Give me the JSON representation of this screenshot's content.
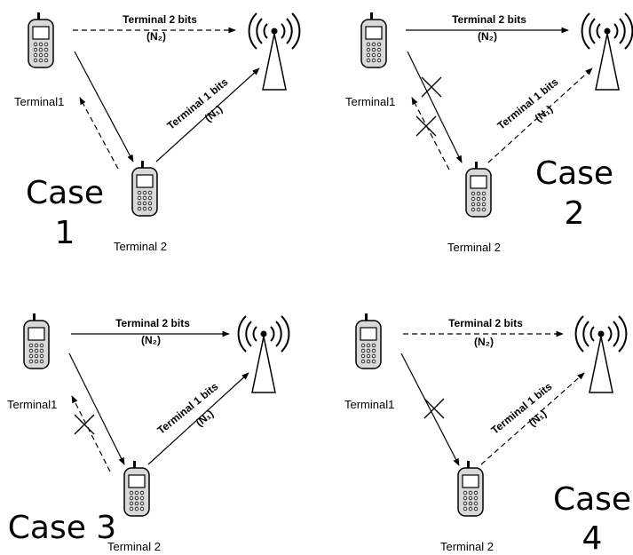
{
  "panels": [
    {
      "terminal1_label": "Terminal1",
      "terminal2_label": "Terminal 2",
      "t2_bits_label": "Terminal 2 bits",
      "t2_bits_sub": "(N₂)",
      "t1_bits_label": "Terminal 1 bits",
      "t1_bits_sub": "(N₁)",
      "case_line1": "Case",
      "case_line2": "1"
    },
    {
      "terminal1_label": "Terminal1",
      "terminal2_label": "Terminal 2",
      "t2_bits_label": "Terminal 2 bits",
      "t2_bits_sub": "(N₂)",
      "t1_bits_label": "Terminal 1 bits",
      "t1_bits_sub": "(N₁)",
      "case_line1": "Case",
      "case_line2": "2"
    },
    {
      "terminal1_label": "Terminal1",
      "terminal2_label": "Terminal 2",
      "t2_bits_label": "Terminal 2 bits",
      "t2_bits_sub": "(N₂)",
      "t1_bits_label": "Terminal 1 bits",
      "t1_bits_sub": "(N₁)",
      "case_line1": "Case 3"
    },
    {
      "terminal1_label": "Terminal1",
      "terminal2_label": "Terminal 2",
      "t2_bits_label": "Terminal 2 bits",
      "t2_bits_sub": "(N₂)",
      "t1_bits_label": "Terminal 1 bits",
      "t1_bits_sub": "(N₁)",
      "case_line1": "Case",
      "case_line2": "4"
    }
  ]
}
